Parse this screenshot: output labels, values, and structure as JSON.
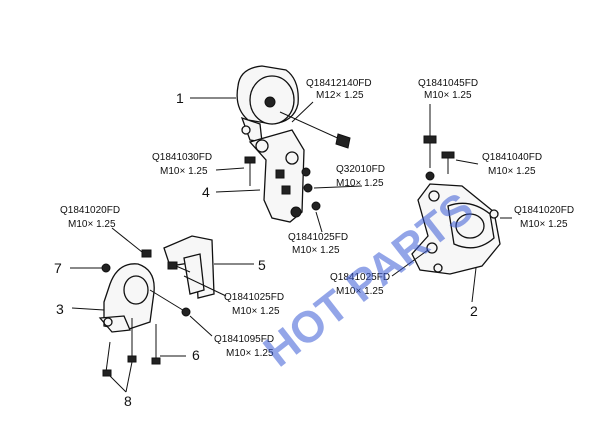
{
  "watermark": "HOT PARTS",
  "callouts": [
    {
      "id": "1",
      "text": "1"
    },
    {
      "id": "2",
      "text": "2"
    },
    {
      "id": "3",
      "text": "3"
    },
    {
      "id": "4",
      "text": "4"
    },
    {
      "id": "5",
      "text": "5"
    },
    {
      "id": "6",
      "text": "6"
    },
    {
      "id": "7",
      "text": "7"
    },
    {
      "id": "8",
      "text": "8"
    }
  ],
  "labels": {
    "bolt_top": {
      "code": "Q18412140FD",
      "size": "M12× 1.25"
    },
    "bolt_tr": {
      "code": "Q1841045FD",
      "size": "M10× 1.25"
    },
    "bolt_1030": {
      "code": "Q1841030FD",
      "size": "M10× 1.25"
    },
    "bolt_1040": {
      "code": "Q1841040FD",
      "size": "M10× 1.25"
    },
    "nut_q32": {
      "code": "Q32010FD",
      "size": "M10× 1.25"
    },
    "bolt_1020l": {
      "code": "Q1841020FD",
      "size": "M10× 1.25"
    },
    "bolt_1020r": {
      "code": "Q1841020FD",
      "size": "M10× 1.25"
    },
    "bolt_1025a": {
      "code": "Q1841025FD",
      "size": "M10× 1.25"
    },
    "bolt_1025b": {
      "code": "Q1841025FD",
      "size": "M10× 1.25"
    },
    "bolt_1025c": {
      "code": "Q1841025FD",
      "size": "M10× 1.25"
    },
    "bolt_1095": {
      "code": "Q1841095FD",
      "size": "M10× 1.25"
    }
  }
}
